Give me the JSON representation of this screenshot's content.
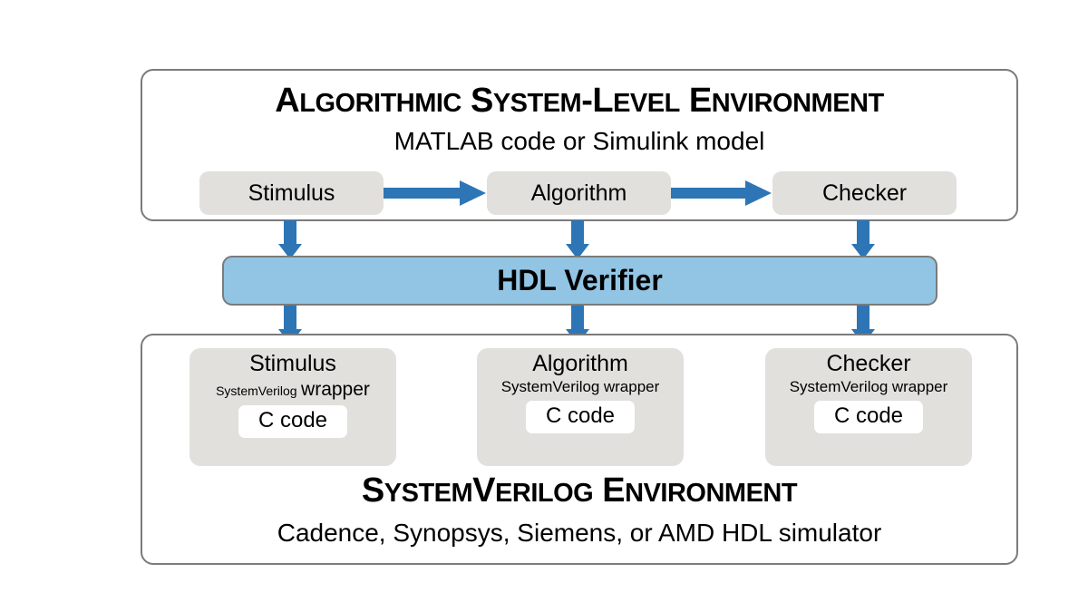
{
  "diagram": {
    "accent_blue": "#2E75B6",
    "hdl_bar_fill": "#92C5E4",
    "box_fill": "#E2E0DC",
    "panel_border": "#7B7B7B",
    "top_panel": {
      "title_cap_1": "A",
      "title_rest_1": "LGORITHMIC",
      "title_cap_2": "S",
      "title_rest_2": "YSTEM",
      "title_dash": "-L",
      "title_rest_3": "EVEL",
      "title_cap_3": "E",
      "title_rest_4": "NVIRONMENT",
      "title_full": "ALGORITHMIC SYSTEM-LEVEL ENVIRONMENT",
      "subtitle": "MATLAB code or Simulink model",
      "boxes": [
        {
          "label": "Stimulus"
        },
        {
          "label": "Algorithm"
        },
        {
          "label": "Checker"
        }
      ]
    },
    "hdl_verifier": {
      "label": "HDL Verifier"
    },
    "bottom_panel": {
      "title_cap_1": "S",
      "title_rest_1": "YSTEM",
      "title_cap_2": "V",
      "title_rest_2": "ERILOG",
      "title_cap_3": "E",
      "title_rest_3": "NVIRONMENT",
      "title_full": "SYSTEMVERILOG ENVIRONMENT",
      "subtitle": "Cadence, Synopsys, Siemens, or AMD HDL simulator",
      "boxes": [
        {
          "name": "Stimulus",
          "wrapper_prefix": "SystemVerilog",
          "wrapper_suffix": "wrapper",
          "code": "C code"
        },
        {
          "name": "Algorithm",
          "wrapper_prefix": "SystemVerilog",
          "wrapper_suffix": "wrapper",
          "code": "C code"
        },
        {
          "name": "Checker",
          "wrapper_prefix": "SystemVerilog",
          "wrapper_suffix": "wrapper",
          "code": "C code"
        }
      ]
    },
    "arrows": {
      "horizontal": [
        {
          "from": "Stimulus",
          "to": "Algorithm"
        },
        {
          "from": "Algorithm",
          "to": "Checker"
        }
      ],
      "vertical_into_hdl": [
        {
          "from": "Stimulus"
        },
        {
          "from": "Algorithm"
        },
        {
          "from": "Checker"
        }
      ],
      "vertical_out_of_hdl": [
        {
          "to": "Stimulus"
        },
        {
          "to": "Algorithm"
        },
        {
          "to": "Checker"
        }
      ]
    }
  }
}
